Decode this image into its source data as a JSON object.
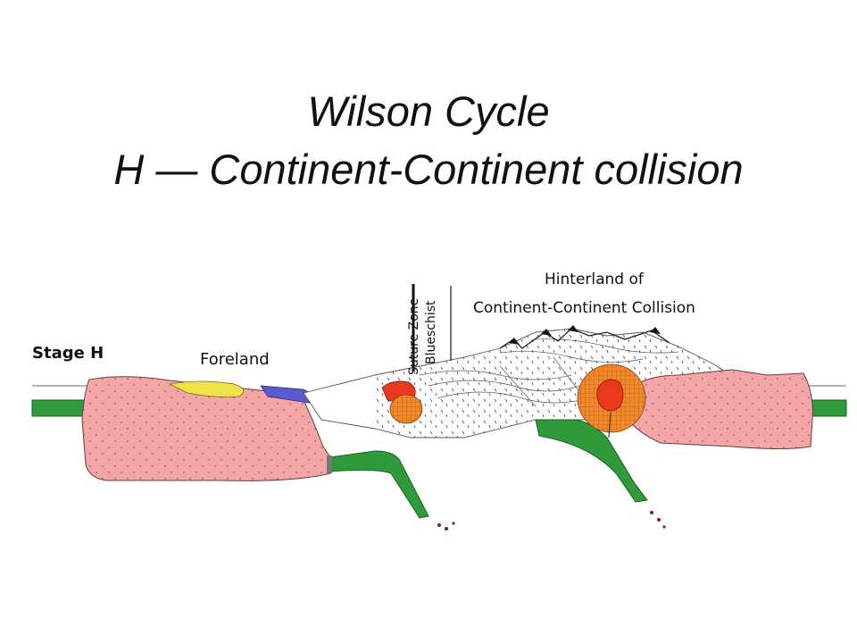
{
  "title": {
    "line1": "Wilson Cycle",
    "line2": "H — Continent-Continent collision"
  },
  "labels": {
    "stage": "Stage H",
    "foreland": "Foreland",
    "suture_zone": "Suture Zone",
    "blueschist": "Blueschist",
    "hinterland_line1": "Hinterland of",
    "hinterland_line2": "Continent-Continent Collision"
  },
  "colors": {
    "continental_crust": "#f4a6a6",
    "oceanic_lithosphere": "#2f9a3a",
    "magma": "#e8381e",
    "pluton_halo": "#f08a2a",
    "foreland_sediment_yellow": "#f0e14a",
    "foreland_sediment_blue": "#5a5acf"
  }
}
